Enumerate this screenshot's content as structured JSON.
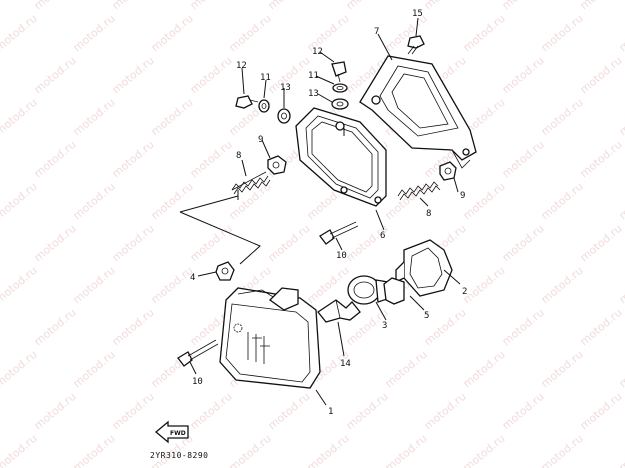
{
  "watermark": {
    "text": "motod.ru"
  },
  "callouts": {
    "c1": "1",
    "c2": "2",
    "c3": "3",
    "c4": "4",
    "c5": "5",
    "c6": "6",
    "c7": "7",
    "c8a": "8",
    "c8b": "8",
    "c9a": "9",
    "c9b": "9",
    "c10a": "10",
    "c10b": "10",
    "c11a": "11",
    "c11b": "11",
    "c12a": "12",
    "c12b": "12",
    "c13a": "13",
    "c13b": "13",
    "c14": "14",
    "c15": "15"
  },
  "caption": "2YR310-8290",
  "fwd_label": "FWD"
}
